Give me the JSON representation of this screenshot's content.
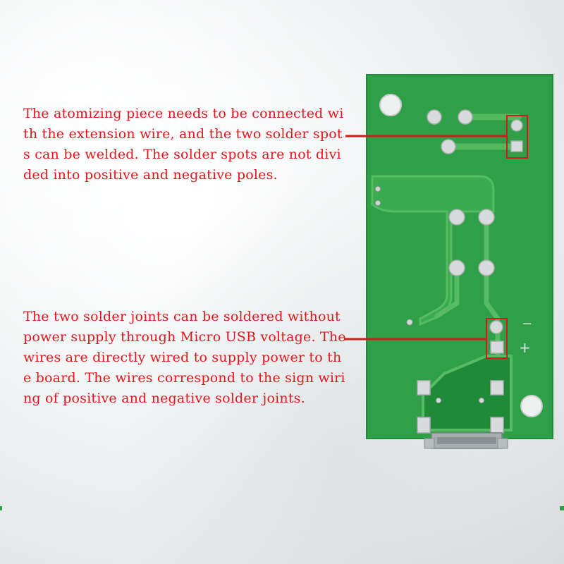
{
  "annotations": [
    {
      "lines": [
        "The atomizing piece needs to be connected wi",
        "th the extension wire, and the two solder spot",
        "s can be welded. The solder spots are not divi",
        "ded into positive and negative poles."
      ]
    },
    {
      "lines": [
        "The two solder joints can be soldered without",
        "power supply through Micro USB voltage. The",
        "wires are directly wired to supply power to th",
        "e board. The wires correspond to the sign wiri",
        "ng of positive and negative solder joints."
      ]
    }
  ],
  "board_marks": {
    "minus": "−",
    "plus": "+"
  },
  "colors": {
    "annotation_text": "#e3161b",
    "pcb": "#2fa047",
    "pcb_trace": "#53b95f",
    "pad": "#d5d8d8",
    "highlight_box": "#d11a1a"
  }
}
